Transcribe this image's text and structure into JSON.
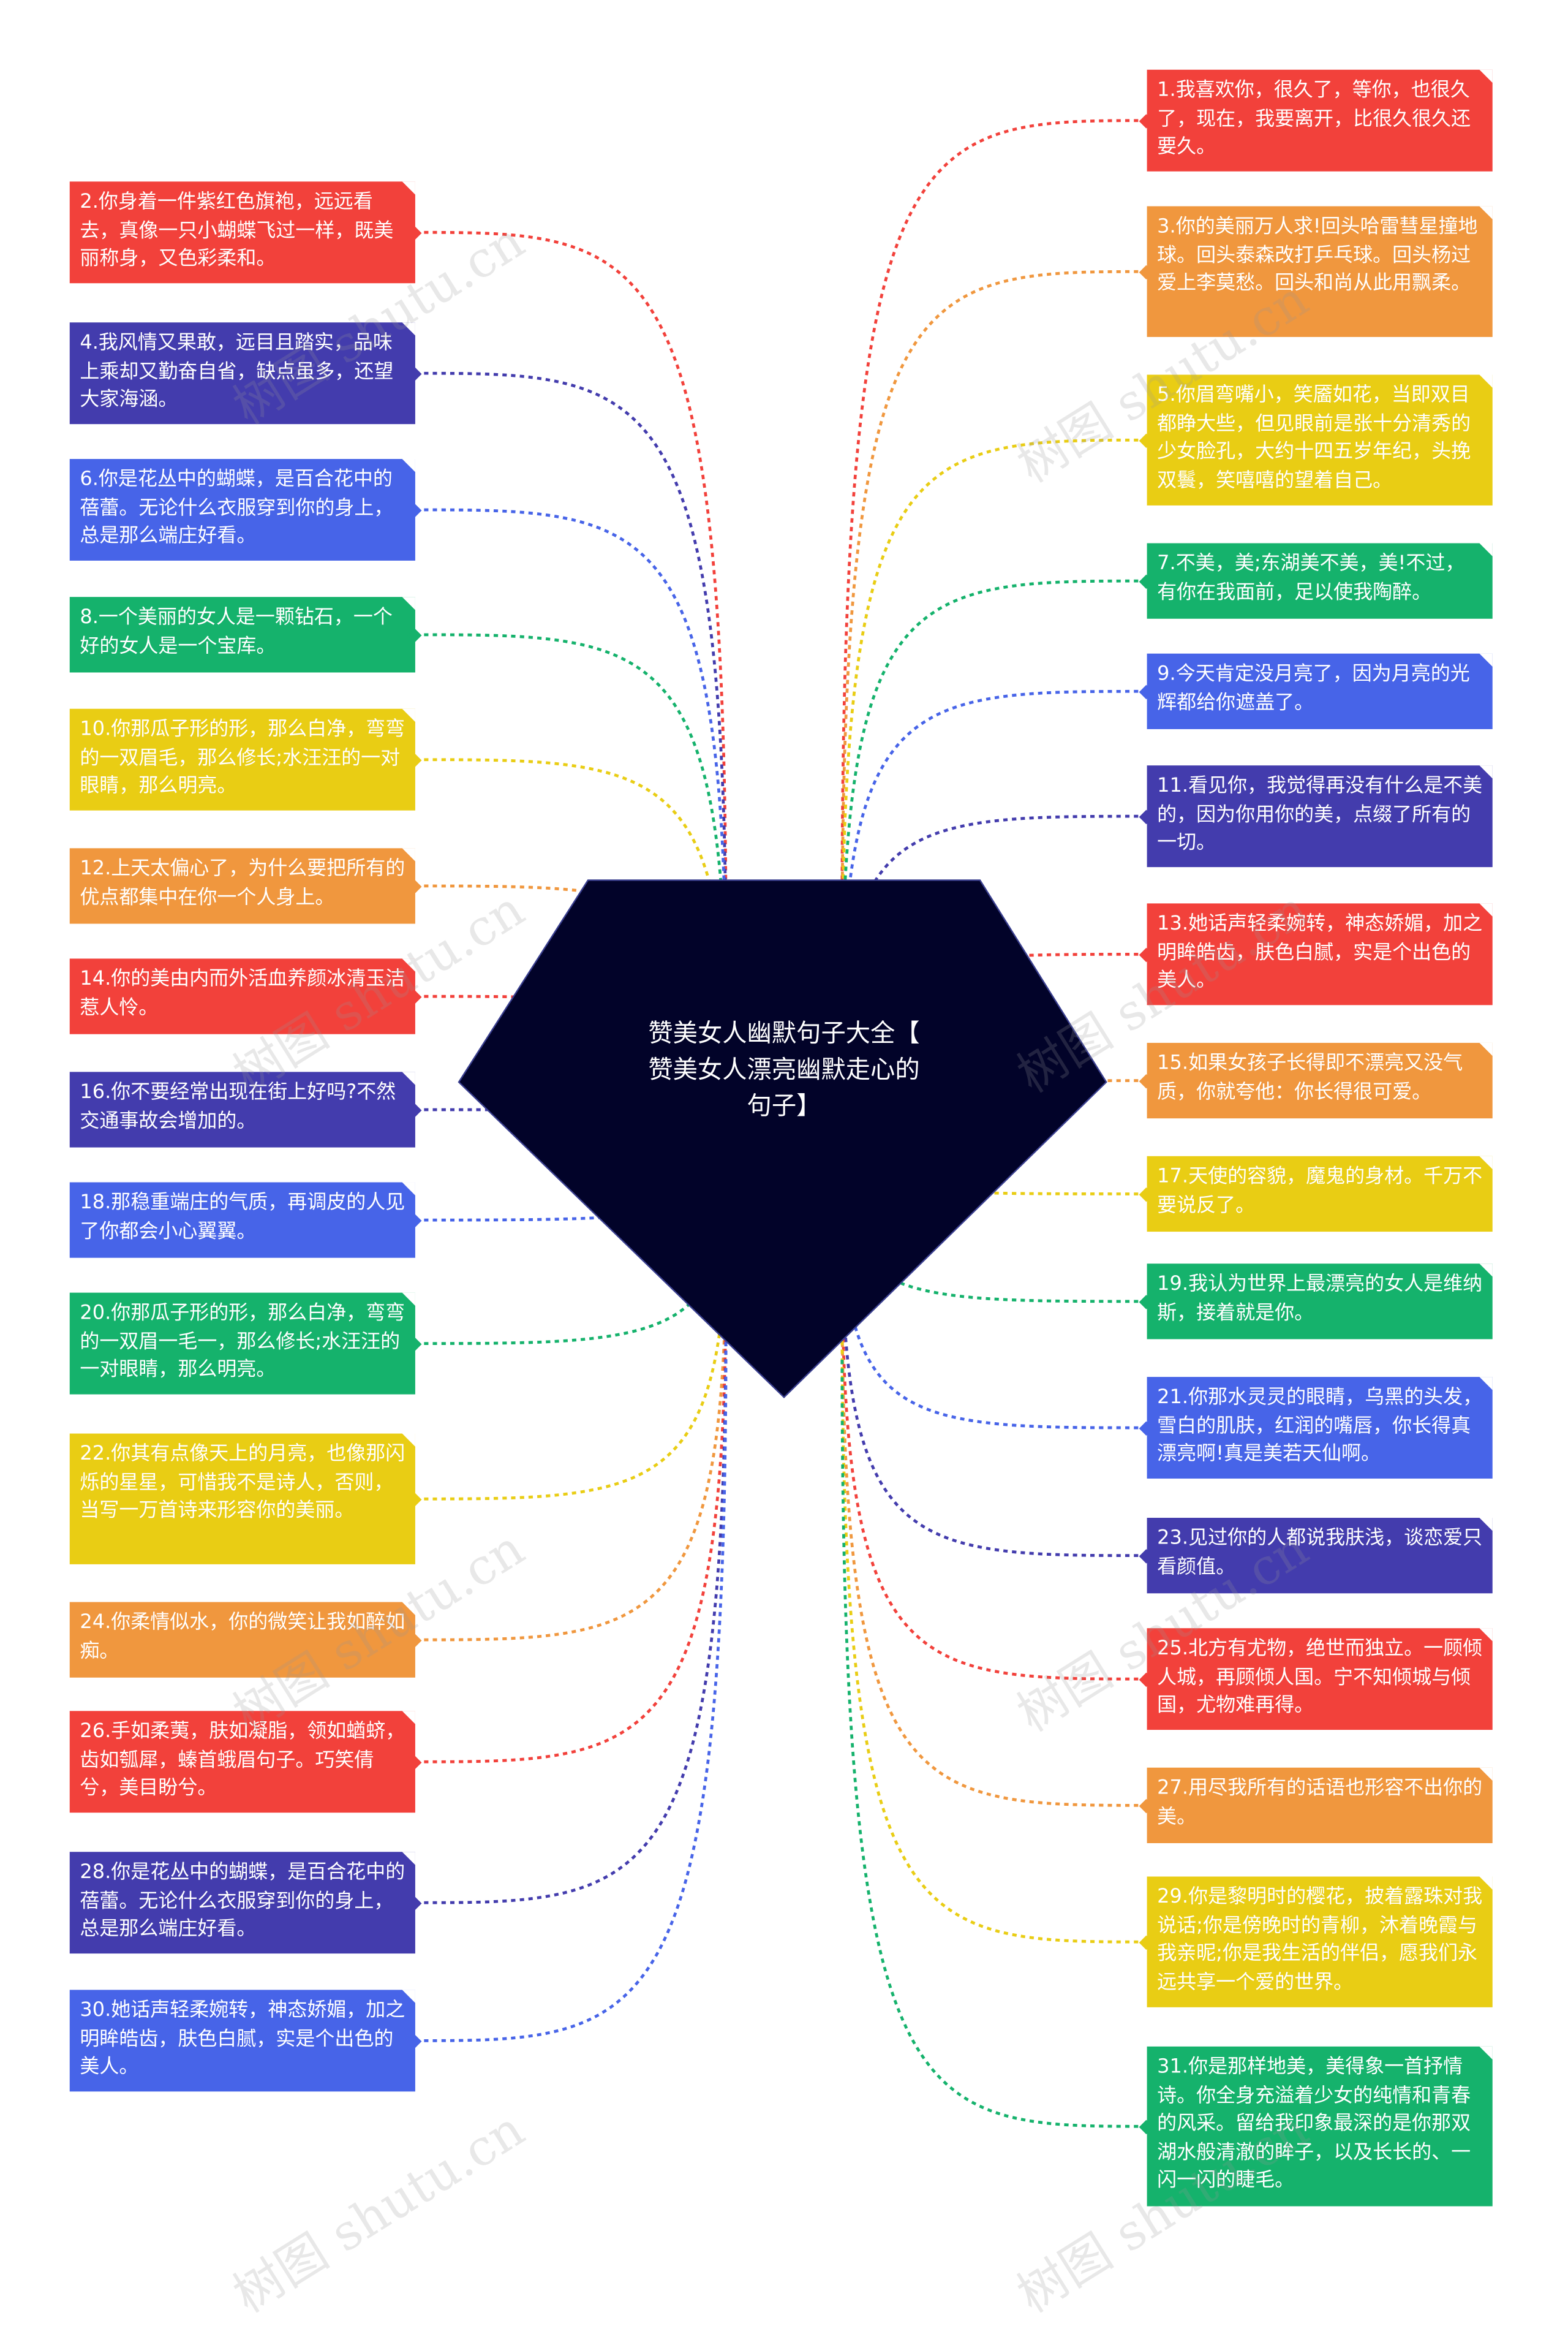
{
  "center": {
    "title_lines": [
      "赞美女人幽默句子大全【",
      "赞美女人漂亮幽默走心的",
      "句子】"
    ],
    "color": "#020329"
  },
  "colors": {
    "red": "#f2413b",
    "orange": "#f0973e",
    "yellow": "#e9cd14",
    "green": "#15b26c",
    "blue": "#4764e8",
    "indigo": "#433cad",
    "dark_blue": "#3a3db2"
  },
  "watermark": "树图 shutu.cn",
  "nodes_left": [
    {
      "color": "red",
      "text": "2.你身着一件紫红色旗袍，远远看去，真像一只小蝴蝶飞过一样，既美丽称身，又色彩柔和。"
    },
    {
      "color": "indigo",
      "text": "4.我风情又果敢，远目且踏实，品味上乘却又勤奋自省，缺点虽多，还望大家海涵。"
    },
    {
      "color": "blue",
      "text": "6.你是花丛中的蝴蝶，是百合花中的蓓蕾。无论什么衣服穿到你的身上，总是那么端庄好看。"
    },
    {
      "color": "green",
      "text": "8.一个美丽的女人是一颗钻石，一个好的女人是一个宝库。"
    },
    {
      "color": "yellow",
      "text": "10.你那瓜子形的形，那么白净，弯弯的一双眉毛，那么修长;水汪汪的一对眼睛，那么明亮。"
    },
    {
      "color": "orange",
      "text": "12.上天太偏心了，为什么要把所有的优点都集中在你一个人身上。"
    },
    {
      "color": "red",
      "text": "14.你的美由内而外活血养颜冰清玉洁惹人怜。"
    },
    {
      "color": "indigo",
      "text": "16.你不要经常出现在街上好吗?不然交通事故会增加的。"
    },
    {
      "color": "blue",
      "text": "18.那稳重端庄的气质，再调皮的人见了你都会小心翼翼。"
    },
    {
      "color": "green",
      "text": "20.你那瓜子形的形，那么白净，弯弯的一双眉一毛一，那么修长;水汪汪的一对眼睛，那么明亮。"
    },
    {
      "color": "yellow",
      "text": "22.你其有点像天上的月亮，也像那闪烁的星星，可惜我不是诗人，否则，当写一万首诗来形容你的美丽。"
    },
    {
      "color": "orange",
      "text": "24.你柔情似水，你的微笑让我如醉如痴。"
    },
    {
      "color": "red",
      "text": "26.手如柔荑，肤如凝脂，领如蝤蛴，齿如瓠犀，螓首蛾眉句子。巧笑倩兮，美目盼兮。"
    },
    {
      "color": "indigo",
      "text": "28.你是花丛中的蝴蝶，是百合花中的蓓蕾。无论什么衣服穿到你的身上，总是那么端庄好看。"
    },
    {
      "color": "blue",
      "text": "30.她话声轻柔婉转，神态娇媚，加之明眸皓齿，肤色白腻，实是个出色的美人。"
    }
  ],
  "nodes_right": [
    {
      "color": "red",
      "text": "1.我喜欢你，很久了，等你，也很久了，现在，我要离开，比很久很久还要久。"
    },
    {
      "color": "orange",
      "text": "3.你的美丽万人求!回头哈雷彗星撞地球。回头泰森改打乒乓球。回头杨过爱上李莫愁。回头和尚从此用飘柔。"
    },
    {
      "color": "yellow",
      "text": "5.你眉弯嘴小，笑靥如花，当即双目都睁大些，但见眼前是张十分清秀的少女脸孔，大约十四五岁年纪，头挽双鬟，笑嘻嘻的望着自己。"
    },
    {
      "color": "green",
      "text": "7.不美，美;东湖美不美，美!不过，有你在我面前，足以使我陶醉。"
    },
    {
      "color": "blue",
      "text": "9.今天肯定没月亮了，因为月亮的光辉都给你遮盖了。"
    },
    {
      "color": "indigo",
      "text": "11.看见你，我觉得再没有什么是不美的，因为你用你的美，点缀了所有的一切。"
    },
    {
      "color": "red",
      "text": "13.她话声轻柔婉转，神态娇媚，加之明眸皓齿，肤色白腻，实是个出色的美人。"
    },
    {
      "color": "orange",
      "text": "15.如果女孩子长得即不漂亮又没气质，你就夸他：你长得很可爱。"
    },
    {
      "color": "yellow",
      "text": "17.天使的容貌，魔鬼的身材。千万不要说反了。"
    },
    {
      "color": "green",
      "text": "19.我认为世界上最漂亮的女人是维纳斯，接着就是你。"
    },
    {
      "color": "blue",
      "text": "21.你那水灵灵的眼睛，乌黑的头发，雪白的肌肤，红润的嘴唇，你长得真漂亮啊!真是美若天仙啊。"
    },
    {
      "color": "indigo",
      "text": "23.见过你的人都说我肤浅，谈恋爱只看颜值。"
    },
    {
      "color": "red",
      "text": "25.北方有尤物，绝世而独立。一顾倾人城，再顾倾人国。宁不知倾城与倾国，尤物难再得。"
    },
    {
      "color": "orange",
      "text": "27.用尽我所有的话语也形容不出你的美。"
    },
    {
      "color": "yellow",
      "text": "29.你是黎明时的樱花，披着露珠对我说话;你是傍晚时的青柳，沐着晚霞与我亲昵;你是我生活的伴侣，愿我们永远共享一个爱的世界。"
    },
    {
      "color": "green",
      "text": "31.你是那样地美，美得象一首抒情诗。你全身充溢着少女的纯情和青春的风采。留给我印象最深的是你那双湖水般清澈的眸子，以及长长的、一闪一闪的睫毛。"
    }
  ]
}
